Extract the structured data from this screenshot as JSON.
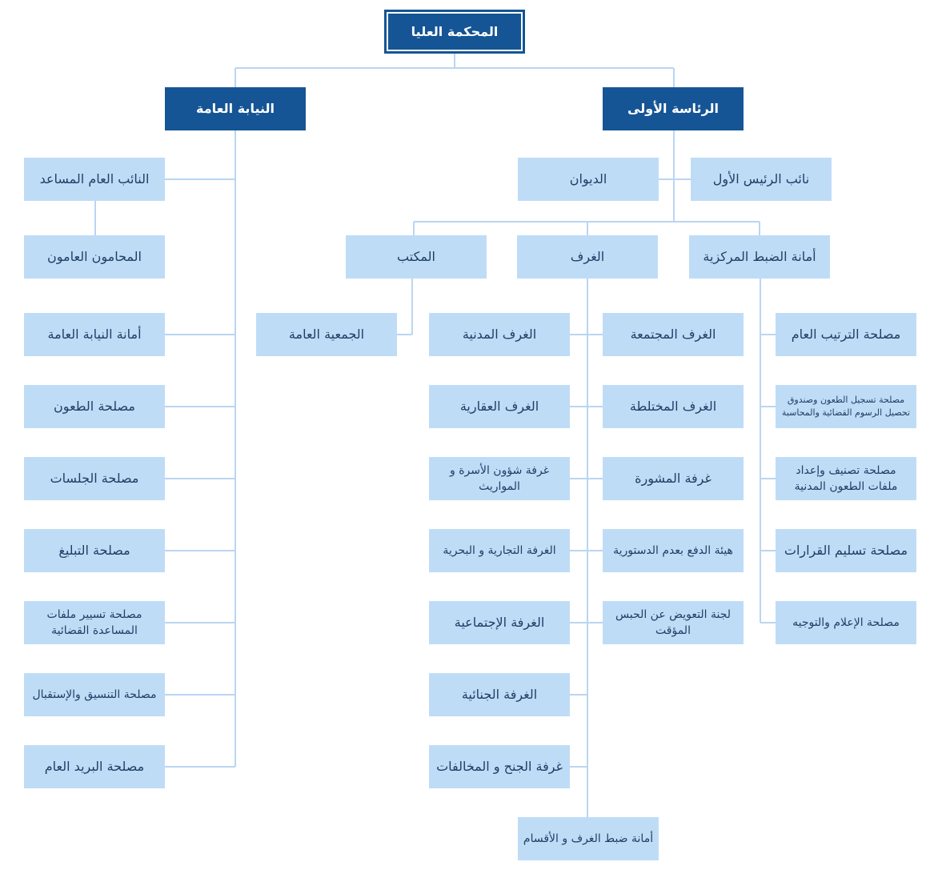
{
  "colors": {
    "dark_box": "#155595",
    "light_box": "#bfdcf7",
    "connector": "#b9d6f2",
    "light_text": "#1e3f66"
  },
  "nodes": {
    "root": "المحكمة العليا",
    "public_prosecution": "النيابة العامة",
    "first_presidency": "الرئاسة الأولى",
    "first_vice_president": "نائب الرئيس الأول",
    "diwan": "الديوان",
    "central_registry": "أمانة الضبط المركزية",
    "chambers": "الغرف",
    "office": "المكتب",
    "general_assembly": "الجمعية العامة",
    "central_services": [
      "مصلحة الترتيب العام",
      "مصلحة تسجيل الطعون وصندوق تحصيل الرسوم القضائية والمحاسبة",
      "مصلحة تصنيف وإعداد ملفات الطعون المدنية",
      "مصلحة تسليم القرارات",
      "مصلحة الإعلام والتوجيه"
    ],
    "chambers_middle": [
      "الغرف المجتمعة",
      "الغرف المختلطة",
      "غرفة المشورة",
      "هيئة الدفع بعدم الدستورية",
      "لجنة التعويض عن الحبس المؤقت"
    ],
    "chambers_sections": [
      "الغرف المدنية",
      "الغرف العقارية",
      "غرفة شؤون الأسرة و المواريث",
      "الغرفة التجارية و البحرية",
      "الغرفة الإجتماعية",
      "الغرفة الجنائية",
      "غرفة الجنح و المخالفات"
    ],
    "chambers_registry": "أمانة ضبط الغرف و الأقسام",
    "prosecution_items": [
      "النائب العام المساعد",
      "المحامون العامون",
      "أمانة النيابة العامة",
      "مصلحة الطعون",
      "مصلحة الجلسات",
      "مصلحة التبليغ",
      "مصلحة تسيير ملفات المساعدة القضائية",
      "مصلحة التنسيق والإستقبال",
      "مصلحة البريد العام"
    ]
  }
}
